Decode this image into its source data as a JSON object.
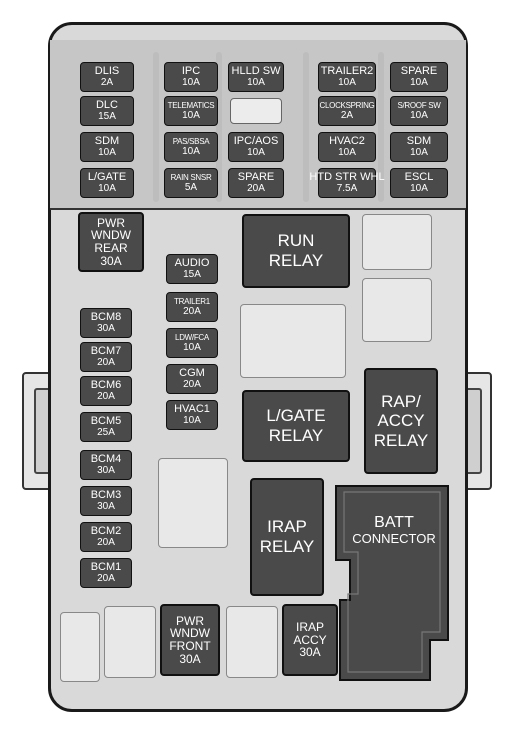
{
  "upper_fuses": [
    {
      "name": "DLIS",
      "amp": "2A"
    },
    {
      "name": "DLC",
      "amp": "15A"
    },
    {
      "name": "SDM",
      "amp": "10A"
    },
    {
      "name": "L/GATE",
      "amp": "10A"
    },
    {
      "name": "IPC",
      "amp": "10A"
    },
    {
      "name": "TELEMATICS",
      "amp": "10A"
    },
    {
      "name": "PAS/SBSA",
      "amp": "10A"
    },
    {
      "name": "RAIN SNSR",
      "amp": "5A"
    },
    {
      "name": "HLLD SW",
      "amp": "10A"
    },
    {
      "name": "IPC/AOS",
      "amp": "10A"
    },
    {
      "name": "SPARE",
      "amp": "20A"
    },
    {
      "name": "TRAILER2",
      "amp": "10A"
    },
    {
      "name": "CLOCKSPRING",
      "amp": "2A"
    },
    {
      "name": "HVAC2",
      "amp": "10A"
    },
    {
      "name": "HTD STR WHL",
      "amp": "7.5A"
    },
    {
      "name": "SPARE",
      "amp": "10A"
    },
    {
      "name": "S/ROOF SW",
      "amp": "10A"
    },
    {
      "name": "SDM",
      "amp": "10A"
    },
    {
      "name": "ESCL",
      "amp": "10A"
    }
  ],
  "bcm_fuses": [
    {
      "name": "BCM8",
      "amp": "30A"
    },
    {
      "name": "BCM7",
      "amp": "20A"
    },
    {
      "name": "BCM6",
      "amp": "20A"
    },
    {
      "name": "BCM5",
      "amp": "25A"
    },
    {
      "name": "BCM4",
      "amp": "30A"
    },
    {
      "name": "BCM3",
      "amp": "30A"
    },
    {
      "name": "BCM2",
      "amp": "20A"
    },
    {
      "name": "BCM1",
      "amp": "20A"
    }
  ],
  "middle_fuses": [
    {
      "name": "AUDIO",
      "amp": "15A"
    },
    {
      "name": "TRAILER1",
      "amp": "20A"
    },
    {
      "name": "LDW/FCA",
      "amp": "10A"
    },
    {
      "name": "CGM",
      "amp": "20A"
    },
    {
      "name": "HVAC1",
      "amp": "10A"
    }
  ],
  "large_fuses": {
    "pwr_wndw_rear": {
      "line1": "PWR",
      "line2": "WNDW",
      "line3": "REAR",
      "amp": "30A"
    },
    "pwr_wndw_front": {
      "line1": "PWR",
      "line2": "WNDW",
      "line3": "FRONT",
      "amp": "30A"
    },
    "irap_accy": {
      "line1": "IRAP",
      "line2": "ACCY",
      "amp": "30A"
    }
  },
  "relays": {
    "run": {
      "line1": "RUN",
      "line2": "RELAY"
    },
    "lgate": {
      "line1": "L/GATE",
      "line2": "RELAY"
    },
    "irap": {
      "line1": "IRAP",
      "line2": "RELAY"
    },
    "rap_accy": {
      "line1": "RAP/",
      "line2": "ACCY",
      "line3": "RELAY"
    }
  },
  "batt_connector": {
    "line1": "BATT",
    "line2": "CONNECTOR"
  },
  "colors": {
    "fuse_fill": "#4a4a4a",
    "housing": "#d9d9d9",
    "outline": "#1a1a1a",
    "empty_slot": "#ececec"
  }
}
